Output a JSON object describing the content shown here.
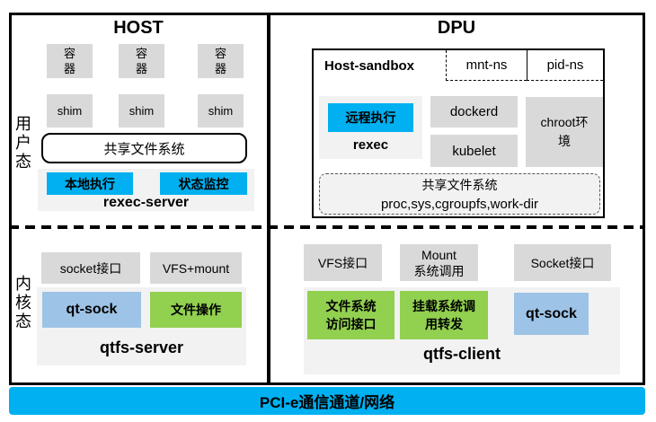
{
  "colors": {
    "accent_blue": "#00B0F0",
    "light_blue": "#9DC3E6",
    "green": "#92D050",
    "box_gray": "#D9D9D9",
    "panel_gray": "#F2F2F2",
    "border": "#000000"
  },
  "modes": {
    "user": "用户态",
    "kernel": "内核态"
  },
  "host": {
    "title": "HOST",
    "containers": [
      "容\n器",
      "容\n器",
      "容\n器"
    ],
    "shims": [
      "shim",
      "shim",
      "shim"
    ],
    "shared_fs": "共享文件系统",
    "rexec_server": {
      "label": "rexec-server",
      "local_exec": "本地执行",
      "status_monitor": "状态监控"
    },
    "kernel": {
      "socket_if": "socket接口",
      "vfs_mount": "VFS+mount",
      "qtfs_server": {
        "label": "qtfs-server",
        "qt_sock": "qt-sock",
        "file_ops": "文件操作"
      }
    }
  },
  "dpu": {
    "title": "DPU",
    "sandbox": {
      "label": "Host-sandbox",
      "mnt_ns": "mnt-ns",
      "pid_ns": "pid-ns",
      "rexec": {
        "label": "rexec",
        "remote_exec": "远程执行"
      },
      "dockerd": "dockerd",
      "kubelet": "kubelet",
      "chroot_env": "chroot环\n境",
      "shared_fs": {
        "line1": "共享文件系统",
        "line2": "proc,sys,cgroupfs,work-dir"
      }
    },
    "kernel": {
      "vfs_if": "VFS接口",
      "mount_syscall": "Mount\n系统调用",
      "socket_if": "Socket接口",
      "qtfs_client": {
        "label": "qtfs-client",
        "fs_access": "文件系统\n访问接口",
        "mount_forward": "挂载系统调\n用转发",
        "qt_sock": "qt-sock"
      }
    }
  },
  "bottom_bar": {
    "label": "PCI-e通信通道/网络"
  }
}
